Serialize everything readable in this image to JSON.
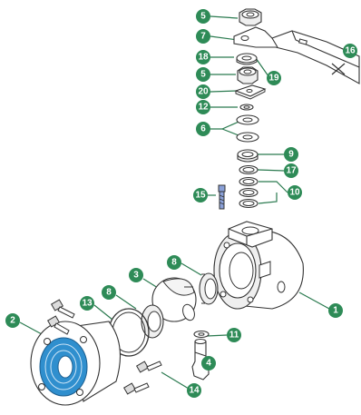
{
  "diagram": {
    "type": "exploded-assembly",
    "colors": {
      "callout": "#2e8b57",
      "callout_text": "#ffffff",
      "outline": "#333333",
      "highlight": "#2f8fce"
    },
    "callouts": [
      {
        "id": "c5a",
        "label": "5"
      },
      {
        "id": "c7",
        "label": "7"
      },
      {
        "id": "c16",
        "label": "16"
      },
      {
        "id": "c18",
        "label": "18"
      },
      {
        "id": "c5b",
        "label": "5"
      },
      {
        "id": "c19",
        "label": "19"
      },
      {
        "id": "c20",
        "label": "20"
      },
      {
        "id": "c12",
        "label": "12"
      },
      {
        "id": "c6",
        "label": "6"
      },
      {
        "id": "c9",
        "label": "9"
      },
      {
        "id": "c17",
        "label": "17"
      },
      {
        "id": "c10",
        "label": "10"
      },
      {
        "id": "c15",
        "label": "15"
      },
      {
        "id": "c3",
        "label": "3"
      },
      {
        "id": "c8a",
        "label": "8"
      },
      {
        "id": "c8b",
        "label": "8"
      },
      {
        "id": "c13",
        "label": "13"
      },
      {
        "id": "c1",
        "label": "1"
      },
      {
        "id": "c2",
        "label": "2"
      },
      {
        "id": "c11",
        "label": "11"
      },
      {
        "id": "c4",
        "label": "4"
      },
      {
        "id": "c14",
        "label": "14"
      }
    ]
  }
}
